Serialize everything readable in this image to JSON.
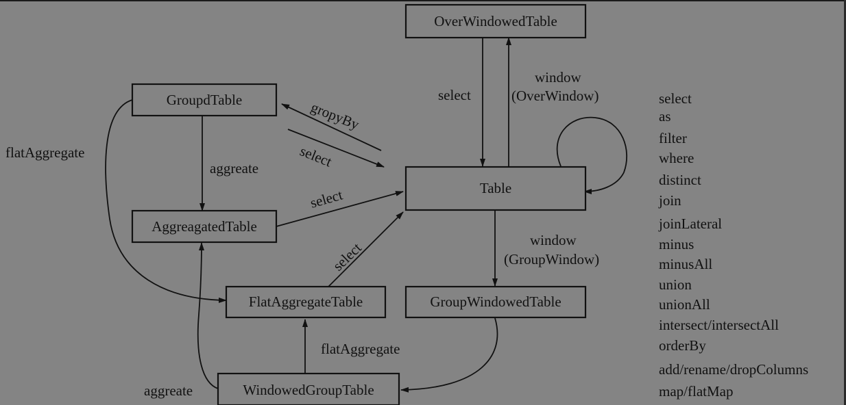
{
  "nodes": {
    "over_windowed_table": "OverWindowedTable",
    "groupd_table": "GroupdTable",
    "table": "Table",
    "aggregated_table": "AggreagatedTable",
    "flat_aggregate_table": "FlatAggregateTable",
    "group_windowed_table": "GroupWindowedTable",
    "windowed_group_table": "WindowedGroupTable"
  },
  "edges": {
    "table_to_over_window": "window",
    "table_to_over_window_arg": "(OverWindow)",
    "over_to_table": "select",
    "table_to_groupd": "gropyBy",
    "groupd_to_table": "select",
    "groupd_to_aggregated": "aggreate",
    "aggregated_to_table": "select",
    "flat_to_table": "select",
    "groupd_to_flat": "flatAggregate",
    "table_to_group_window": "window",
    "table_to_group_window_arg": "(GroupWindow)",
    "windowed_to_flat": "flatAggregate",
    "windowed_to_aggregated": "aggreate"
  },
  "table_operations": [
    "select",
    "as",
    "filter",
    "where",
    "distinct",
    "join",
    "joinLateral",
    "minus",
    "minusAll",
    "union",
    "unionAll",
    "intersect/intersectAll",
    "orderBy",
    "add/rename/dropColumns",
    "map/flatMap"
  ]
}
